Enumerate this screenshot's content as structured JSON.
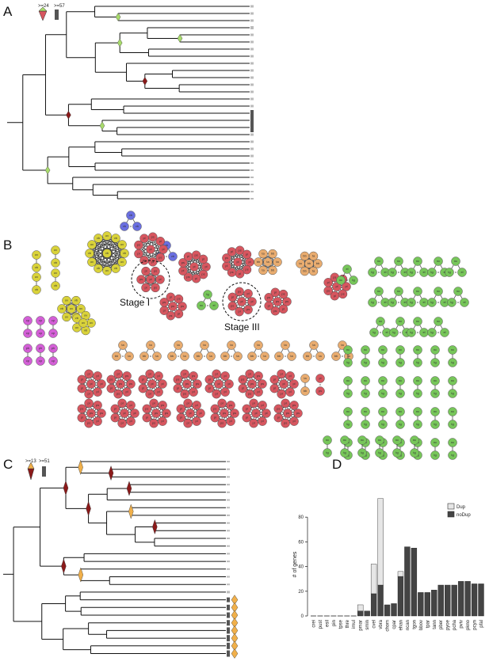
{
  "panels": {
    "a": {
      "label": "A",
      "legend_marker": ">=24",
      "legend_bar": ">=57"
    },
    "b": {
      "label": "B",
      "stage1": "Stage I",
      "stage3": "Stage III"
    },
    "c": {
      "label": "C",
      "legend_marker": ">=13",
      "legend_bar": ">=51"
    },
    "d": {
      "label": "D"
    }
  },
  "node_codes": {
    "yellow": "ov",
    "yellow_b": "vb",
    "magenta": "cp",
    "magenta_b": "ph",
    "orange": "ta",
    "orange_b": "bb",
    "red": "pl",
    "red_b": "ps",
    "green": "nc",
    "green_b": "tg",
    "green_c": "el"
  },
  "colors": {
    "yellow": "#d9d23a",
    "magenta": "#d35fd6",
    "orange": "#e9ac6f",
    "red": "#d7565f",
    "green": "#77c65a",
    "blue": "#6a6fe0",
    "bar_dark": "#444444",
    "bar_light": "#e6e6e6",
    "tri_green": "#a8db6b",
    "tri_red": "#8b1a1a",
    "tri_orange": "#f1b04a"
  },
  "chart_data": {
    "type": "bar",
    "ylabel": "# of genes",
    "ylim": [
      0,
      100
    ],
    "yticks": [
      0,
      20,
      40,
      60,
      80
    ],
    "categories": [
      "crei",
      "pust",
      "esil",
      "pin",
      "tpse",
      "thre",
      "imul",
      "pmar",
      "smin",
      "cvel",
      "vbra",
      "chom",
      "cpar",
      "ehan",
      "ncan",
      "tgon",
      "bbov",
      "tpar",
      "tann",
      "pber",
      "pyoe",
      "pcha",
      "pviv",
      "pkno",
      "pcyn",
      "pfal"
    ],
    "series": [
      {
        "name": "noDup",
        "values": [
          0,
          0,
          0,
          0,
          0,
          0,
          0,
          4,
          4,
          18,
          25,
          9,
          10,
          32,
          56,
          55,
          19,
          19,
          21,
          25,
          25,
          25,
          28,
          28,
          26,
          26
        ]
      },
      {
        "name": "Dup",
        "values": [
          0,
          0,
          0,
          0,
          0,
          0,
          0,
          5,
          0,
          24,
          70,
          0,
          0,
          4,
          0,
          0,
          0,
          0,
          0,
          0,
          0,
          0,
          0,
          0,
          0,
          0
        ]
      }
    ],
    "legend": {
      "position": "top-right",
      "entries": [
        "Dup",
        "noDup"
      ]
    }
  }
}
